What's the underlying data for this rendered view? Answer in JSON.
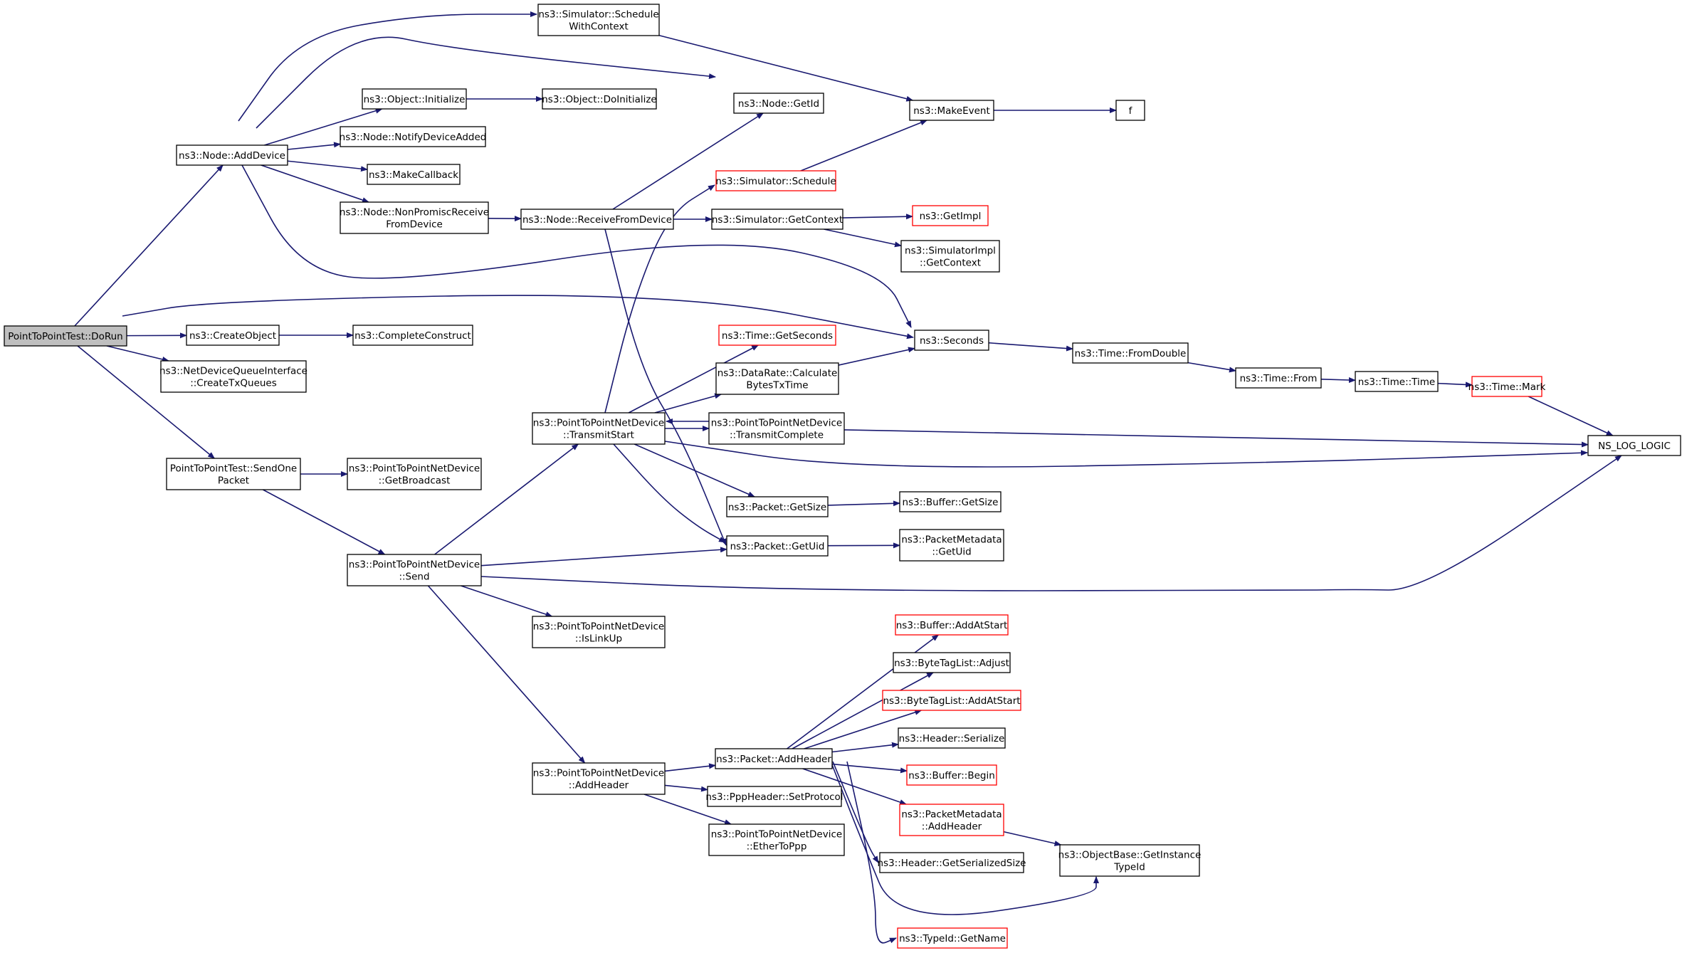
{
  "diagram": {
    "type": "call-graph",
    "colors": {
      "edge": "#191970",
      "node_border": "#000000",
      "highlight_border": "#ff0000",
      "root_fill": "#bfbfbf"
    },
    "nodes": [
      {
        "id": "dorun",
        "lines": [
          "PointToPointTest::DoRun"
        ],
        "style": "root"
      },
      {
        "id": "adddevice",
        "lines": [
          "ns3::Node::AddDevice"
        ],
        "style": "normal"
      },
      {
        "id": "createobject",
        "lines": [
          "ns3::CreateObject"
        ],
        "style": "normal"
      },
      {
        "id": "ndqi",
        "lines": [
          "ns3::NetDeviceQueueInterface",
          "::CreateTxQueues"
        ],
        "style": "normal"
      },
      {
        "id": "sendone",
        "lines": [
          "PointToPointTest::SendOne",
          "Packet"
        ],
        "style": "normal"
      },
      {
        "id": "schedwc",
        "lines": [
          "ns3::Simulator::Schedule",
          "WithContext"
        ],
        "style": "normal"
      },
      {
        "id": "objinit",
        "lines": [
          "ns3::Object::Initialize"
        ],
        "style": "normal"
      },
      {
        "id": "notifydev",
        "lines": [
          "ns3::Node::NotifyDeviceAdded"
        ],
        "style": "normal"
      },
      {
        "id": "makecallback",
        "lines": [
          "ns3::MakeCallback"
        ],
        "style": "normal"
      },
      {
        "id": "nonpromisc",
        "lines": [
          "ns3::Node::NonPromiscReceive",
          "FromDevice"
        ],
        "style": "normal"
      },
      {
        "id": "completeconstruct",
        "lines": [
          "ns3::CompleteConstruct"
        ],
        "style": "normal"
      },
      {
        "id": "getbroadcast",
        "lines": [
          "ns3::PointToPointNetDevice",
          "::GetBroadcast"
        ],
        "style": "normal"
      },
      {
        "id": "p2psend",
        "lines": [
          "ns3::PointToPointNetDevice",
          "::Send"
        ],
        "style": "normal"
      },
      {
        "id": "doinit",
        "lines": [
          "ns3::Object::DoInitialize"
        ],
        "style": "normal"
      },
      {
        "id": "receivefrom",
        "lines": [
          "ns3::Node::ReceiveFromDevice"
        ],
        "style": "normal"
      },
      {
        "id": "txstart",
        "lines": [
          "ns3::PointToPointNetDevice",
          "::TransmitStart"
        ],
        "style": "normal"
      },
      {
        "id": "islinkup",
        "lines": [
          "ns3::PointToPointNetDevice",
          "::IsLinkUp"
        ],
        "style": "normal"
      },
      {
        "id": "p2paddheader",
        "lines": [
          "ns3::PointToPointNetDevice",
          "::AddHeader"
        ],
        "style": "normal"
      },
      {
        "id": "getid",
        "lines": [
          "ns3::Node::GetId"
        ],
        "style": "normal"
      },
      {
        "id": "schedule",
        "lines": [
          "ns3::Simulator::Schedule"
        ],
        "style": "highlight"
      },
      {
        "id": "getcontext",
        "lines": [
          "ns3::Simulator::GetContext"
        ],
        "style": "normal"
      },
      {
        "id": "getseconds",
        "lines": [
          "ns3::Time::GetSeconds"
        ],
        "style": "highlight"
      },
      {
        "id": "calcbytes",
        "lines": [
          "ns3::DataRate::Calculate",
          "BytesTxTime"
        ],
        "style": "normal"
      },
      {
        "id": "txcomplete",
        "lines": [
          "ns3::PointToPointNetDevice",
          "::TransmitComplete"
        ],
        "style": "normal"
      },
      {
        "id": "pktgetsize",
        "lines": [
          "ns3::Packet::GetSize"
        ],
        "style": "normal"
      },
      {
        "id": "pktgetuid",
        "lines": [
          "ns3::Packet::GetUid"
        ],
        "style": "normal"
      },
      {
        "id": "pktaddheader",
        "lines": [
          "ns3::Packet::AddHeader"
        ],
        "style": "normal"
      },
      {
        "id": "pppsetproto",
        "lines": [
          "ns3::PppHeader::SetProtocol"
        ],
        "style": "normal"
      },
      {
        "id": "ethertoppp",
        "lines": [
          "ns3::PointToPointNetDevice",
          "::EtherToPpp"
        ],
        "style": "normal"
      },
      {
        "id": "makeevent",
        "lines": [
          "ns3::MakeEvent"
        ],
        "style": "normal"
      },
      {
        "id": "getimpl",
        "lines": [
          "ns3::GetImpl"
        ],
        "style": "highlight"
      },
      {
        "id": "simimplctx",
        "lines": [
          "ns3::SimulatorImpl",
          "::GetContext"
        ],
        "style": "normal"
      },
      {
        "id": "seconds",
        "lines": [
          "ns3::Seconds"
        ],
        "style": "normal"
      },
      {
        "id": "bufgetsize",
        "lines": [
          "ns3::Buffer::GetSize"
        ],
        "style": "normal"
      },
      {
        "id": "pmgetuid",
        "lines": [
          "ns3::PacketMetadata",
          "::GetUid"
        ],
        "style": "normal"
      },
      {
        "id": "bufaddatstart",
        "lines": [
          "ns3::Buffer::AddAtStart"
        ],
        "style": "highlight"
      },
      {
        "id": "btladjust",
        "lines": [
          "ns3::ByteTagList::Adjust"
        ],
        "style": "normal"
      },
      {
        "id": "btladdatstart",
        "lines": [
          "ns3::ByteTagList::AddAtStart"
        ],
        "style": "highlight"
      },
      {
        "id": "hdrserialize",
        "lines": [
          "ns3::Header::Serialize"
        ],
        "style": "normal"
      },
      {
        "id": "bufbegin",
        "lines": [
          "ns3::Buffer::Begin"
        ],
        "style": "highlight"
      },
      {
        "id": "pmaddheader",
        "lines": [
          "ns3::PacketMetadata",
          "::AddHeader"
        ],
        "style": "highlight"
      },
      {
        "id": "hdrgetsersize",
        "lines": [
          "ns3::Header::GetSerializedSize"
        ],
        "style": "normal"
      },
      {
        "id": "typeidgetname",
        "lines": [
          "ns3::TypeId::GetName"
        ],
        "style": "highlight"
      },
      {
        "id": "f",
        "lines": [
          "f"
        ],
        "style": "normal"
      },
      {
        "id": "fromdouble",
        "lines": [
          "ns3::Time::FromDouble"
        ],
        "style": "normal"
      },
      {
        "id": "objbase",
        "lines": [
          "ns3::ObjectBase::GetInstance",
          "TypeId"
        ],
        "style": "normal"
      },
      {
        "id": "timefrom",
        "lines": [
          "ns3::Time::From"
        ],
        "style": "normal"
      },
      {
        "id": "timetime",
        "lines": [
          "ns3::Time::Time"
        ],
        "style": "normal"
      },
      {
        "id": "timemark",
        "lines": [
          "ns3::Time::Mark"
        ],
        "style": "highlight"
      },
      {
        "id": "nslog",
        "lines": [
          "NS_LOG_LOGIC"
        ],
        "style": "normal"
      }
    ],
    "edges": [
      [
        "dorun",
        "adddevice"
      ],
      [
        "dorun",
        "createobject"
      ],
      [
        "dorun",
        "ndqi"
      ],
      [
        "dorun",
        "sendone"
      ],
      [
        "dorun",
        "seconds"
      ],
      [
        "adddevice",
        "schedwc"
      ],
      [
        "adddevice",
        "getid"
      ],
      [
        "adddevice",
        "objinit"
      ],
      [
        "adddevice",
        "notifydev"
      ],
      [
        "adddevice",
        "makecallback"
      ],
      [
        "adddevice",
        "nonpromisc"
      ],
      [
        "adddevice",
        "seconds"
      ],
      [
        "schedwc",
        "makeevent"
      ],
      [
        "objinit",
        "doinit"
      ],
      [
        "nonpromisc",
        "receivefrom"
      ],
      [
        "receivefrom",
        "getid"
      ],
      [
        "receivefrom",
        "getcontext"
      ],
      [
        "receivefrom",
        "pktgetuid"
      ],
      [
        "schedule",
        "makeevent"
      ],
      [
        "makeevent",
        "f"
      ],
      [
        "getcontext",
        "getimpl"
      ],
      [
        "getcontext",
        "simimplctx"
      ],
      [
        "createobject",
        "completeconstruct"
      ],
      [
        "sendone",
        "getbroadcast"
      ],
      [
        "sendone",
        "p2psend"
      ],
      [
        "p2psend",
        "txstart"
      ],
      [
        "p2psend",
        "pktgetuid"
      ],
      [
        "p2psend",
        "nslog"
      ],
      [
        "p2psend",
        "islinkup"
      ],
      [
        "p2psend",
        "p2paddheader"
      ],
      [
        "txstart",
        "schedule"
      ],
      [
        "txstart",
        "getseconds"
      ],
      [
        "txstart",
        "calcbytes"
      ],
      [
        "txstart",
        "txcomplete"
      ],
      [
        "txstart",
        "nslog"
      ],
      [
        "txstart",
        "pktgetsize"
      ],
      [
        "txstart",
        "pktgetuid"
      ],
      [
        "txcomplete",
        "txstart"
      ],
      [
        "txcomplete",
        "nslog"
      ],
      [
        "calcbytes",
        "seconds"
      ],
      [
        "seconds",
        "fromdouble"
      ],
      [
        "fromdouble",
        "timefrom"
      ],
      [
        "timefrom",
        "timetime"
      ],
      [
        "timetime",
        "timemark"
      ],
      [
        "timemark",
        "nslog"
      ],
      [
        "pktgetsize",
        "bufgetsize"
      ],
      [
        "pktgetuid",
        "pmgetuid"
      ],
      [
        "p2paddheader",
        "pktaddheader"
      ],
      [
        "p2paddheader",
        "pppsetproto"
      ],
      [
        "p2paddheader",
        "ethertoppp"
      ],
      [
        "pktaddheader",
        "bufaddatstart"
      ],
      [
        "pktaddheader",
        "btladjust"
      ],
      [
        "pktaddheader",
        "btladdatstart"
      ],
      [
        "pktaddheader",
        "hdrserialize"
      ],
      [
        "pktaddheader",
        "bufbegin"
      ],
      [
        "pktaddheader",
        "pmaddheader"
      ],
      [
        "pktaddheader",
        "hdrgetsersize"
      ],
      [
        "pktaddheader",
        "objbase"
      ],
      [
        "pktaddheader",
        "typeidgetname"
      ],
      [
        "pmaddheader",
        "objbase"
      ]
    ]
  }
}
